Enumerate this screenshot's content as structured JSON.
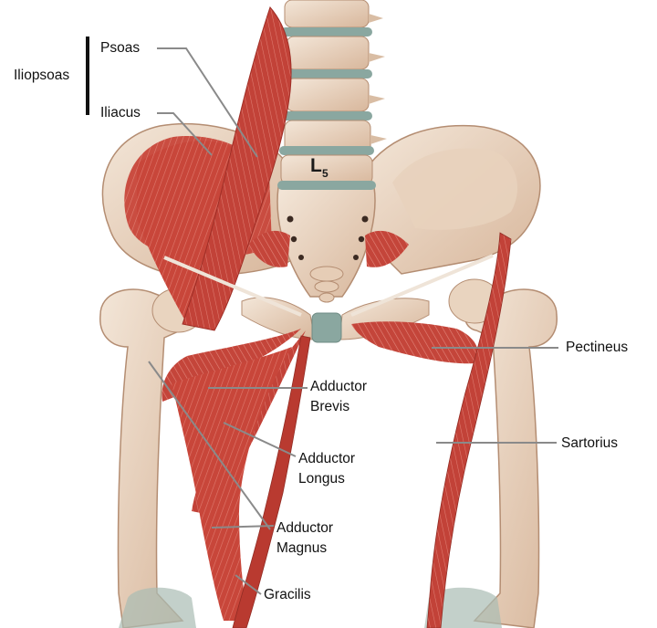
{
  "colors": {
    "bone": "#ecd8c4",
    "bone_shade": "#cfa98c",
    "muscle": "#c8463a",
    "muscle_dark": "#a2302a",
    "muscle_light": "#e6938a",
    "cartilage": "#8aa7a0",
    "leader_line": "#8a8a8a"
  },
  "labels": {
    "group": "Iliopsoas",
    "psoas": "Psoas",
    "iliacus": "Iliacus",
    "vertebra": "L",
    "vertebra_sub": "5",
    "adductor_brevis": [
      "Adductor",
      "Brevis"
    ],
    "adductor_longus": [
      "Adductor",
      "Longus"
    ],
    "adductor_magnus": [
      "Adductor",
      "Magnus"
    ],
    "gracilis": "Gracilis",
    "pectineus": "Pectineus",
    "sartorius": "Sartorius"
  },
  "icons": {
    "bracket": "iliopsoas-bracket"
  }
}
